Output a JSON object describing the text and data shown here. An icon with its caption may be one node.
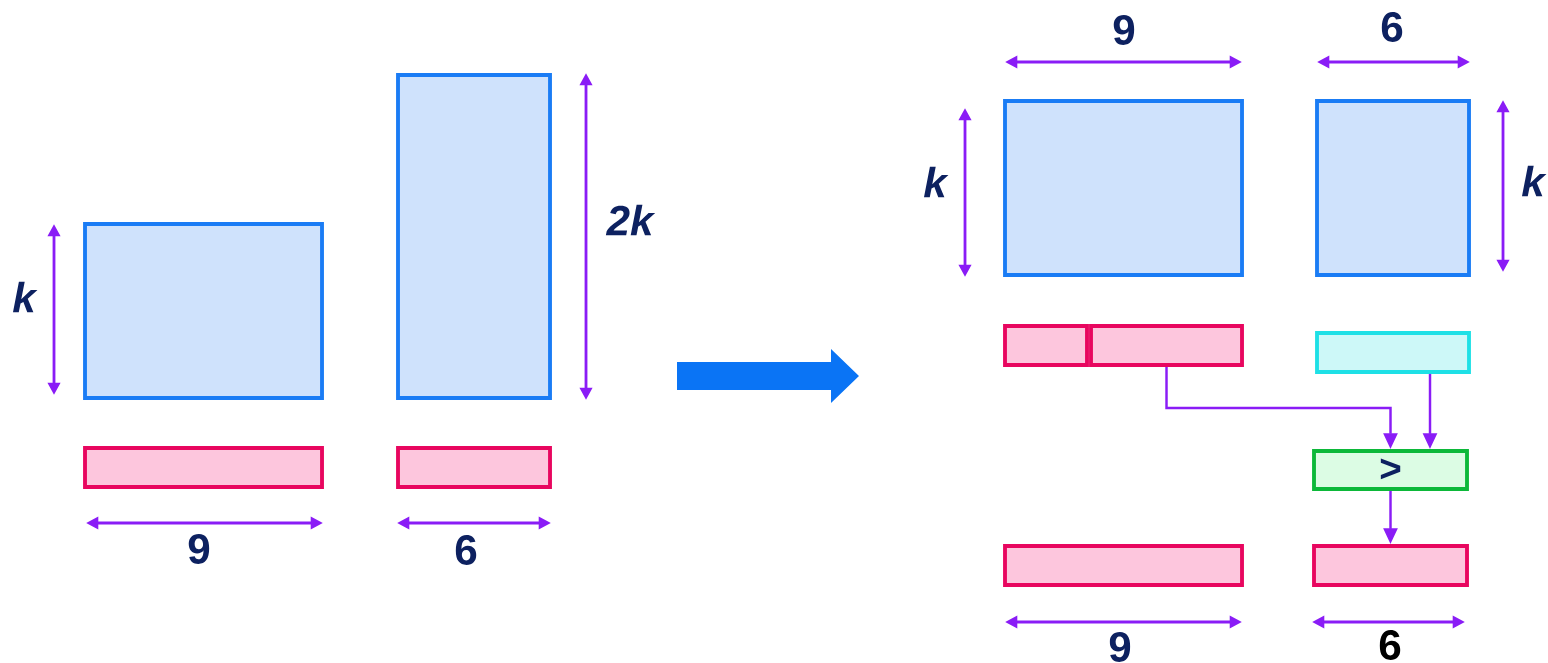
{
  "diagram": {
    "nodes": [
      {
        "text": [],
        "shape": "box"
      },
      {
        "text": [],
        "shape": "box"
      },
      {
        "text": [],
        "shape": "box"
      },
      {
        "text": [],
        "shape": "box"
      },
      {
        "text": [],
        "shape": "box"
      },
      {
        "text": [],
        "shape": "box"
      },
      {
        "text": [],
        "shape": "box"
      },
      {
        "text": [],
        "shape": "box"
      },
      {
        "text": [],
        "shape": "box"
      },
      {
        "text": [
          ">"
        ]
      },
      {
        "text": [],
        "shape": "box"
      },
      {
        "text": [],
        "shape": "box"
      }
    ],
    "edges": [
      {
        "from": 7,
        "to": 9,
        "arrow": "to"
      },
      {
        "from": 8,
        "to": 9,
        "arrow": "to"
      },
      {
        "from": 9,
        "to": 11,
        "arrow": "to"
      }
    ],
    "labels": [
      "9",
      "6",
      "k",
      "k",
      "2k",
      "k",
      "9",
      "6",
      "9",
      "6"
    ]
  }
}
